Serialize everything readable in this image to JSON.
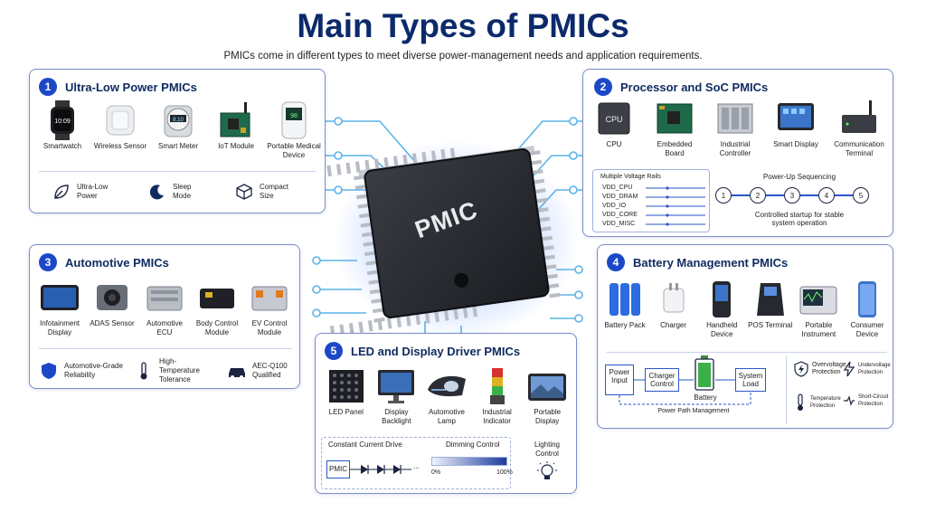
{
  "title": "Main Types of PMICs",
  "subtitle": "PMICs come in different types to meet diverse power-management needs and application requirements.",
  "chip": {
    "label": "PMIC"
  },
  "p1": {
    "num": "1",
    "title": "Ultra-Low Power PMICs",
    "items": [
      "Smartwatch",
      "Wireless Sensor",
      "Smart Meter",
      "IoT Module",
      "Portable Medical Device"
    ],
    "watch_text": "10:09",
    "meter_text": "8.10",
    "device_text": "98",
    "features": [
      "Ultra-Low Power",
      "Sleep Mode",
      "Compact Size"
    ]
  },
  "p2": {
    "num": "2",
    "title": "Processor and SoC PMICs",
    "items": [
      "CPU",
      "Embedded Board",
      "Industrial Controller",
      "Smart Display",
      "Communication Terminal"
    ],
    "cpu_text": "CPU",
    "rails_title": "Multiple Voltage Rails",
    "rails": [
      "VDD_CPU",
      "VDD_DRAM",
      "VDD_IO",
      "VDD_CORE",
      "VDD_MISC"
    ],
    "seq_title": "Power-Up Sequencing",
    "seq": [
      "1",
      "2",
      "3",
      "4",
      "5"
    ],
    "seq_note": "Controlled startup for stable system operation"
  },
  "p3": {
    "num": "3",
    "title": "Automotive PMICs",
    "items": [
      "Infotainment Display",
      "ADAS Sensor",
      "Automotive ECU",
      "Body Control Module",
      "EV Control Module"
    ],
    "features": [
      "Automotive-Grade Reliability",
      "High-Temperature Tolerance",
      "AEC-Q100 Qualified"
    ]
  },
  "p4": {
    "num": "4",
    "title": "Battery Management PMICs",
    "items": [
      "Battery Pack",
      "Charger",
      "Handheld Device",
      "POS Terminal",
      "Portable Instrument",
      "Consumer Device"
    ],
    "flow": {
      "input": "Power Input",
      "charger": "Charger Control",
      "battery": "Battery",
      "load": "System Load",
      "path": "Power Path Management"
    },
    "protections": [
      "Overvoltage Protection",
      "Undervoltage Protection",
      "Temperature Protection",
      "Short-Circuit Protection"
    ]
  },
  "p5": {
    "num": "5",
    "title": "LED and Display Driver PMICs",
    "items": [
      "LED Panel",
      "Display Backlight",
      "Automotive Lamp",
      "Industrial Indicator",
      "Portable Display"
    ],
    "ccd_title": "Constant Current Drive",
    "ccd_pmic": "PMIC",
    "ccd_more": "...",
    "dim_title": "Dimming Control",
    "dim_min": "0%",
    "dim_max": "100%",
    "light_title": "Lighting Control"
  },
  "colors": {
    "navy": "#0c2a6b",
    "accent": "#1c48c8",
    "connector": "#5ab4e8",
    "border": "#7a8ec8"
  }
}
